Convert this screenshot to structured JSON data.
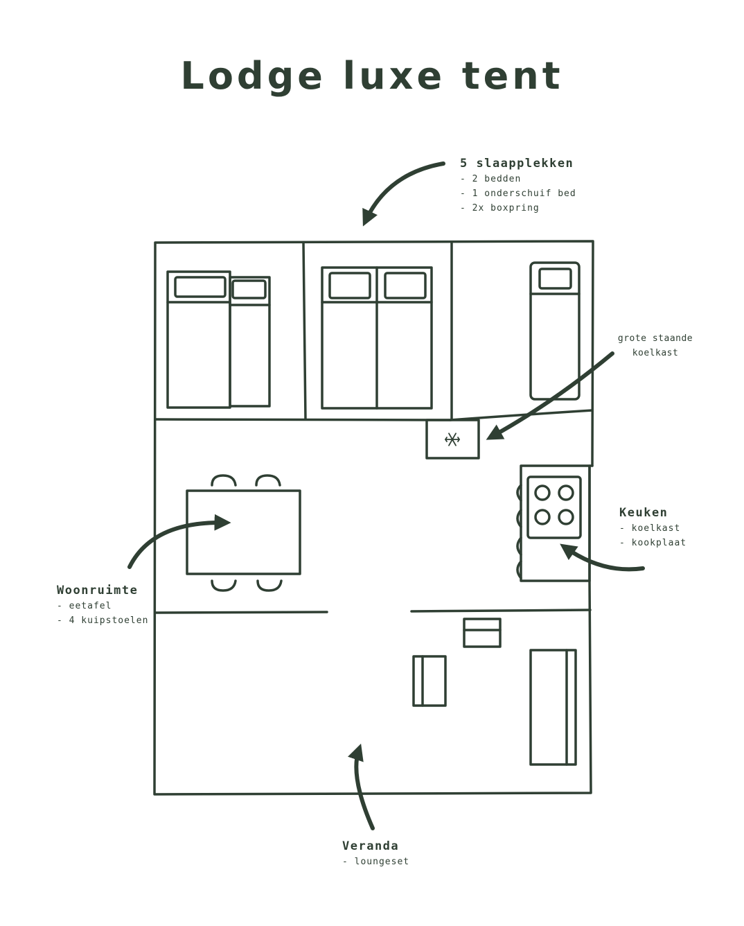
{
  "title": "Lodge luxe tent",
  "colors": {
    "ink": "#2f3f33",
    "background": "#ffffff"
  },
  "sleeping": {
    "heading": "5 slaapplekken",
    "items": [
      "- 2 bedden",
      "- 1 onderschuif bed",
      "- 2x boxpring"
    ]
  },
  "fridge": {
    "lines": [
      "grote staande",
      "koelkast"
    ],
    "icon": "snowflake-icon"
  },
  "kitchen": {
    "heading": "Keuken",
    "items": [
      "- koelkast",
      "- kookplaat"
    ]
  },
  "living": {
    "heading": "Woonruimte",
    "items": [
      "- eetafel",
      "- 4 kuipstoelen"
    ]
  },
  "veranda": {
    "heading": "Veranda",
    "items": [
      "- loungeset"
    ]
  }
}
